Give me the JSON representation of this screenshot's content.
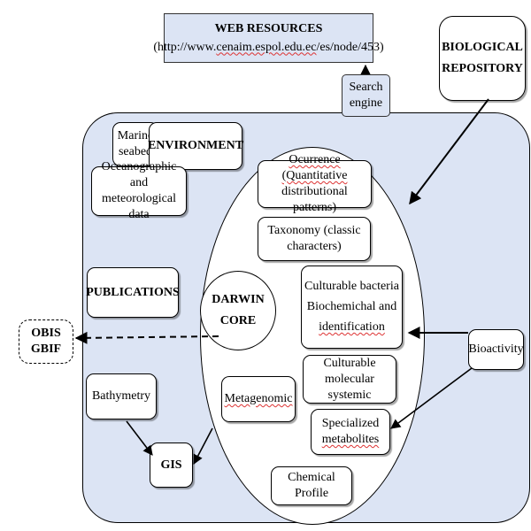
{
  "web_resources": {
    "title": "WEB RESOURCES",
    "url_prefix": "(http://www.",
    "url_domain": "cenaim.espol.edu.ec",
    "url_suffix": "/es/node/453)"
  },
  "biological_repository": {
    "line1": "BIOLOGICAL",
    "line2": "REPOSITORY"
  },
  "search_engine": {
    "line1": "Search",
    "line2": "engine"
  },
  "environment": {
    "title": "ENVIRONMENT",
    "marine_line1": "Marine",
    "marine_line2": "seabed",
    "oceano_line1": "Oceanographic and",
    "oceano_line2": "meteorological data"
  },
  "publications": {
    "label": "PUBLICATIONS"
  },
  "obis": {
    "line1": "OBIS",
    "line2": "GBIF"
  },
  "bathymetry": {
    "label": "Bathymetry"
  },
  "gis": {
    "label": "GIS"
  },
  "darwin_core": {
    "line1": "DARWIN",
    "line2": "CORE"
  },
  "ocurrence": {
    "line1": "Ocurrence (Quantitative",
    "line2": "distributional patterns)"
  },
  "taxonomy": {
    "line1": "Taxonomy (classic",
    "line2": "characters)"
  },
  "culturable_bacteria": {
    "line1": "Culturable bacteria",
    "line2": "Biochemichal and",
    "line3": "identification"
  },
  "molecular": {
    "line1": "Culturable",
    "line2": "molecular systemic"
  },
  "metagenomic": {
    "label": "Metagenomic"
  },
  "metabolites": {
    "line1": "Specialized",
    "line2": "metabolites"
  },
  "chemical_profile": {
    "label": "Chemical Profile"
  },
  "bioactivity": {
    "label": "Bioactivity"
  }
}
